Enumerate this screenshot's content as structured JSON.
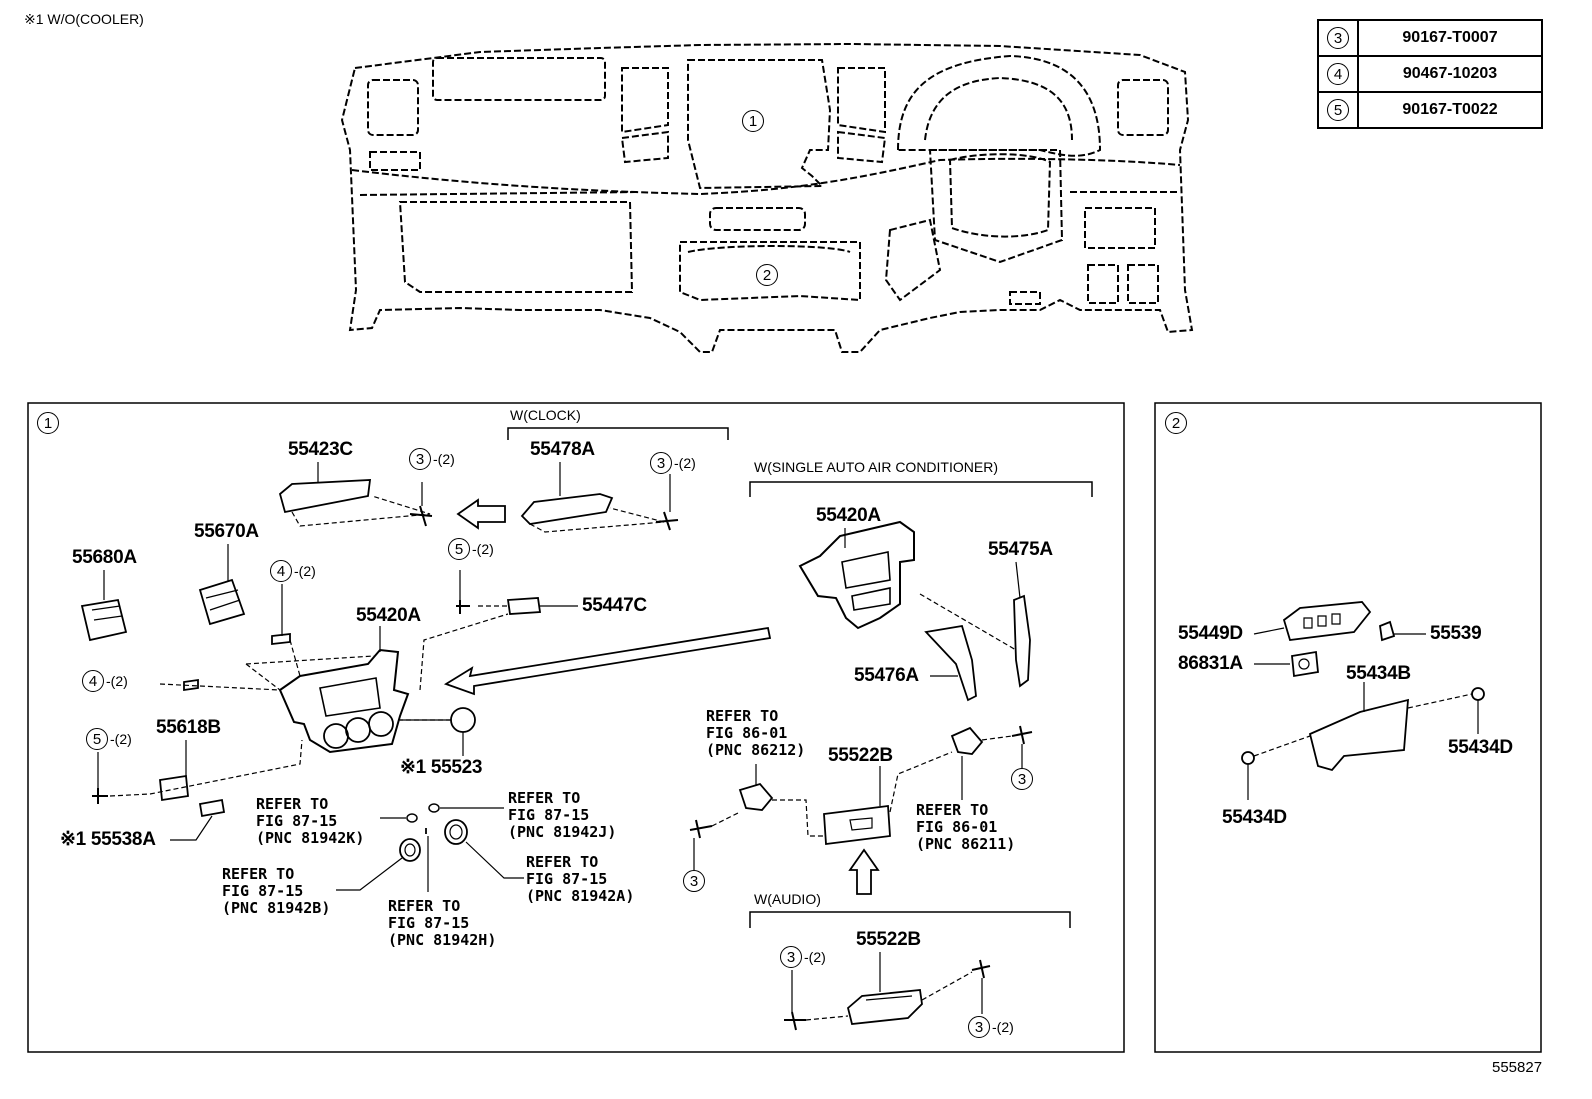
{
  "note_top": "※1 W/O(COOLER)",
  "ref_codes": [
    {
      "key": "3",
      "code": "90167-T0007"
    },
    {
      "key": "4",
      "code": "90467-10203"
    },
    {
      "key": "5",
      "code": "90167-T0022"
    }
  ],
  "overview": {
    "marker_1": "1",
    "marker_2": "2"
  },
  "panel1": {
    "marker": "1",
    "caption_clock": "W(CLOCK)",
    "caption_single_ac": "W(SINGLE AUTO AIR CONDITIONER)",
    "caption_audio": "W(AUDIO)",
    "parts": {
      "p55423C": "55423C",
      "p55478A": "55478A",
      "p55670A": "55670A",
      "p55680A": "55680A",
      "p55420A_left": "55420A",
      "p55447C": "55447C",
      "p55420A_right": "55420A",
      "p55475A": "55475A",
      "p55476A": "55476A",
      "p55618B": "55618B",
      "p55523": "※1 55523",
      "p55538A": "※1 55538A",
      "p55522B_top": "55522B",
      "p55522B_bottom": "55522B"
    },
    "refs": {
      "r81942K": "REFER TO\nFIG 87-15\n(PNC 81942K)",
      "r81942J": "REFER TO\nFIG 87-15\n(PNC 81942J)",
      "r81942A": "REFER TO\nFIG 87-15\n(PNC 81942A)",
      "r81942B": "REFER TO\nFIG 87-15\n(PNC 81942B)",
      "r81942H": "REFER TO\nFIG 87-15\n(PNC 81942H)",
      "r86212": "REFER TO\nFIG 86-01\n(PNC 86212)",
      "r86211": "REFER TO\nFIG 86-01\n(PNC 86211)"
    },
    "qty": "-(2)"
  },
  "panel2": {
    "marker": "2",
    "parts": {
      "p55449D": "55449D",
      "p55539": "55539",
      "p86831A": "86831A",
      "p55434B": "55434B",
      "p55434D_right": "55434D",
      "p55434D_left": "55434D"
    }
  },
  "figure_number": "555827"
}
